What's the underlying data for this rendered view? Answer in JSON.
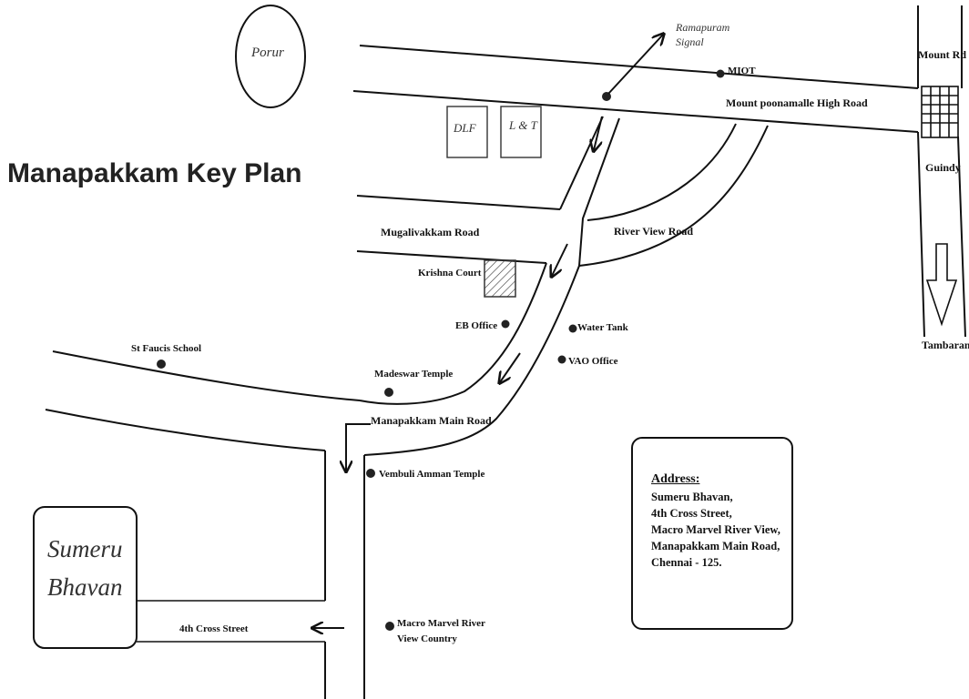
{
  "title": "Manapakkam Key Plan",
  "places": {
    "porur": "Porur",
    "ramapuram_line1": "Ramapuram",
    "ramapuram_line2": "Signal",
    "miot": "MIOT",
    "mount_rd": "Mount Rd",
    "guindy": "Guindy",
    "tambaram": "Tambaram",
    "dlf": "DLF",
    "lt": "L & T",
    "krishna_court": "Krishna Court",
    "eb_office": "EB Office",
    "water_tank": "Water Tank",
    "vao_office": "VAO Office",
    "st_fancis": "St Faucis School",
    "madeswar": "Madeswar Temple",
    "vembuli": "Vembuli Amman Temple",
    "macro_line1": "Macro Marvel River",
    "macro_line2": "View Country",
    "sumeru_line1": "Sumeru",
    "sumeru_line2": "Bhavan"
  },
  "roads": {
    "mount_poonamalle": "Mount poonamalle High Road",
    "mugalivakkam": "Mugalivakkam Road",
    "river_view": "River View Road",
    "manapakkam_main": "Manapakkam Main Road",
    "fourth_cross": "4th Cross Street"
  },
  "address": {
    "heading": "Address:",
    "lines": [
      "Sumeru Bhavan,",
      "4th Cross Street,",
      "Macro Marvel River View,",
      "Manapakkam Main Road,",
      "Chennai - 125."
    ]
  }
}
